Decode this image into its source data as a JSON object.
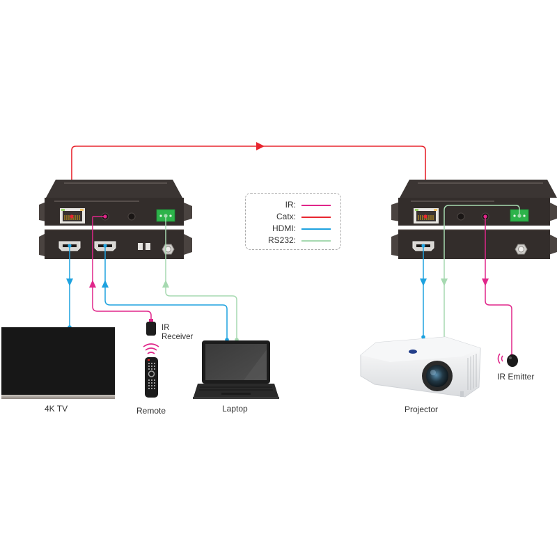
{
  "diagram": {
    "title": "HDMI Extender over Cat5e/Cat6 connection diagram",
    "legend": {
      "items": [
        {
          "label": "IR:",
          "color": "#e0268a",
          "signal": "ir"
        },
        {
          "label": "Catx:",
          "color": "#e8262f",
          "signal": "catx"
        },
        {
          "label": "HDMI:",
          "color": "#1ea2df",
          "signal": "hdmi"
        },
        {
          "label": "RS232:",
          "color": "#a6d9b0",
          "signal": "rs232"
        }
      ]
    },
    "units": {
      "transmitter": {
        "ports_top": [
          "rj45-port",
          "ir-in-jack",
          "ir-out-jack",
          "rs232-terminal"
        ],
        "ports_bottom": [
          "hdmi-out-port",
          "hdmi-in-port",
          "mode-switch",
          "dc-power-jack"
        ]
      },
      "receiver": {
        "ports_top": [
          "rj45-port",
          "ir-in-jack",
          "ir-out-jack",
          "rs232-terminal"
        ],
        "ports_bottom": [
          "hdmi-out-port",
          "dc-power-jack"
        ]
      }
    },
    "devices": {
      "tv": "4K TV",
      "ir_receiver": "IR\nReceiver",
      "ir_receiver_line1": "IR",
      "ir_receiver_line2": "Receiver",
      "remote": "Remote",
      "laptop": "Laptop",
      "projector": "Projector",
      "ir_emitter": "IR Emitter"
    },
    "connections": [
      {
        "from": "transmitter.rj45",
        "to": "receiver.rj45",
        "signal": "catx",
        "direction": "right"
      },
      {
        "from": "transmitter.hdmi_out",
        "to": "4K TV",
        "signal": "hdmi",
        "direction": "down"
      },
      {
        "from": "IR Receiver",
        "to": "transmitter.ir_in",
        "signal": "ir",
        "direction": "up"
      },
      {
        "from": "Laptop",
        "to": "transmitter.hdmi_in",
        "signal": "hdmi",
        "direction": "up"
      },
      {
        "from": "Laptop",
        "to": "transmitter.rs232",
        "signal": "rs232",
        "direction": "up"
      },
      {
        "from": "receiver.hdmi_out",
        "to": "Projector",
        "signal": "hdmi",
        "direction": "down"
      },
      {
        "from": "receiver.rs232",
        "to": "Projector",
        "signal": "rs232",
        "direction": "down"
      },
      {
        "from": "receiver.ir_out",
        "to": "IR Emitter",
        "signal": "ir",
        "direction": "down"
      }
    ],
    "colors": {
      "device_body": "#3a3431",
      "device_edge": "#2a2523",
      "terminal_green": "#2db34a",
      "rj45_gold": "#d6a31a"
    }
  }
}
